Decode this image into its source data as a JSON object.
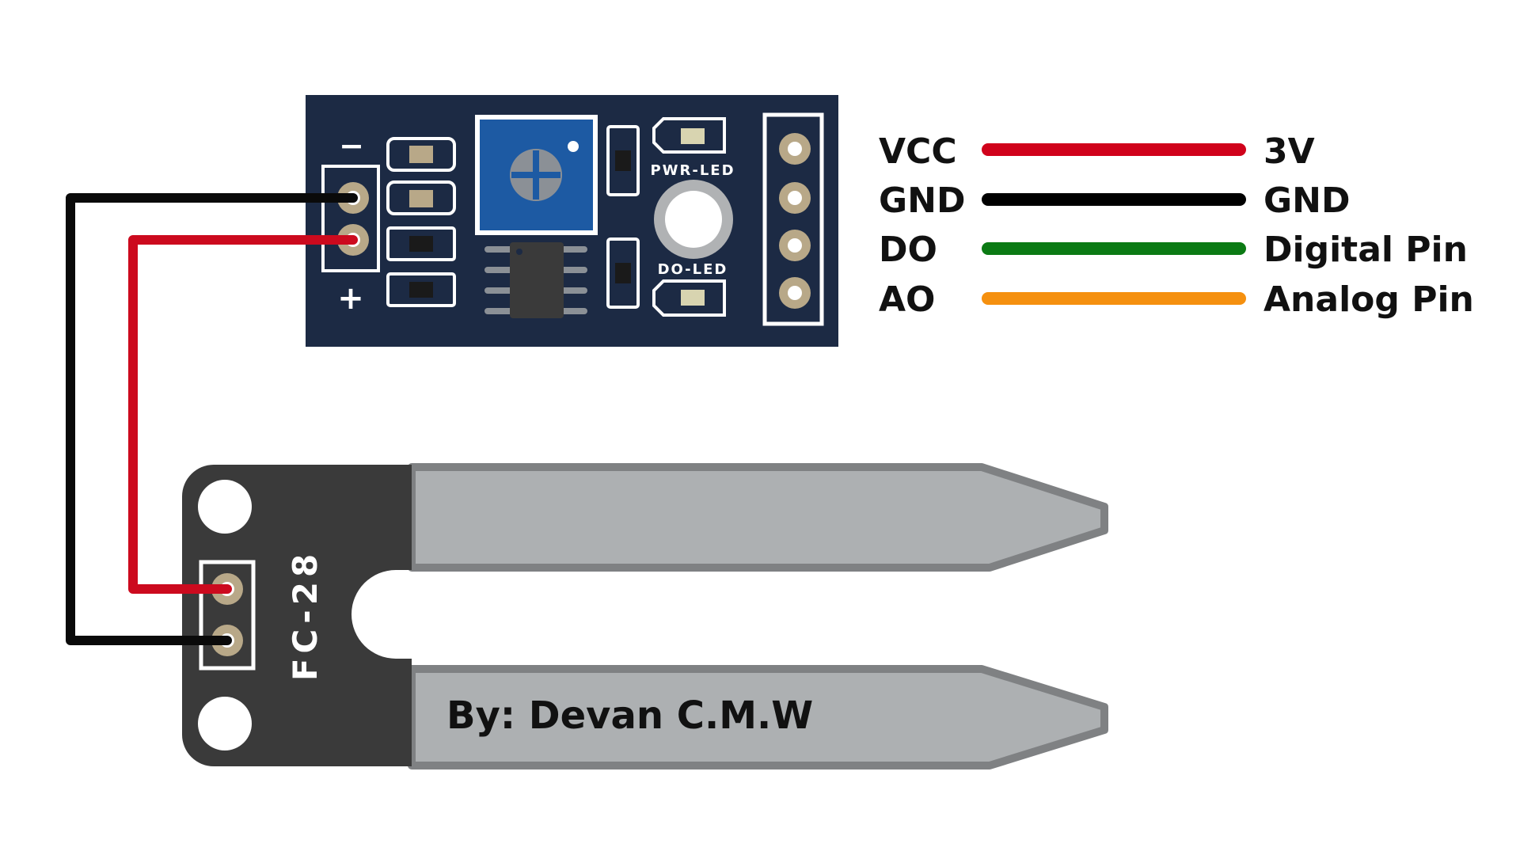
{
  "board": {
    "minus_mark": "−",
    "plus_mark": "+",
    "pwr_led_label": "PWR-LED",
    "do_led_label": "DO-LED"
  },
  "probe": {
    "model": "FC-28"
  },
  "credit": "By: Devan C.M.W",
  "legend": {
    "rows": [
      {
        "pin": "VCC",
        "target": "3V",
        "color": "#d0021b"
      },
      {
        "pin": "GND",
        "target": "GND",
        "color": "#000000"
      },
      {
        "pin": "DO",
        "target": "Digital Pin",
        "color": "#0b7a14"
      },
      {
        "pin": "AO",
        "target": "Analog Pin",
        "color": "#f5900f"
      }
    ]
  },
  "colors": {
    "pcb_blue": "#1c2a44",
    "probe_body": "#3a3a3a",
    "prong_fill": "#adb0b2",
    "prong_edge": "#7f8183",
    "pot_blue": "#1d5aa3",
    "pad_gold": "#b8a888"
  }
}
